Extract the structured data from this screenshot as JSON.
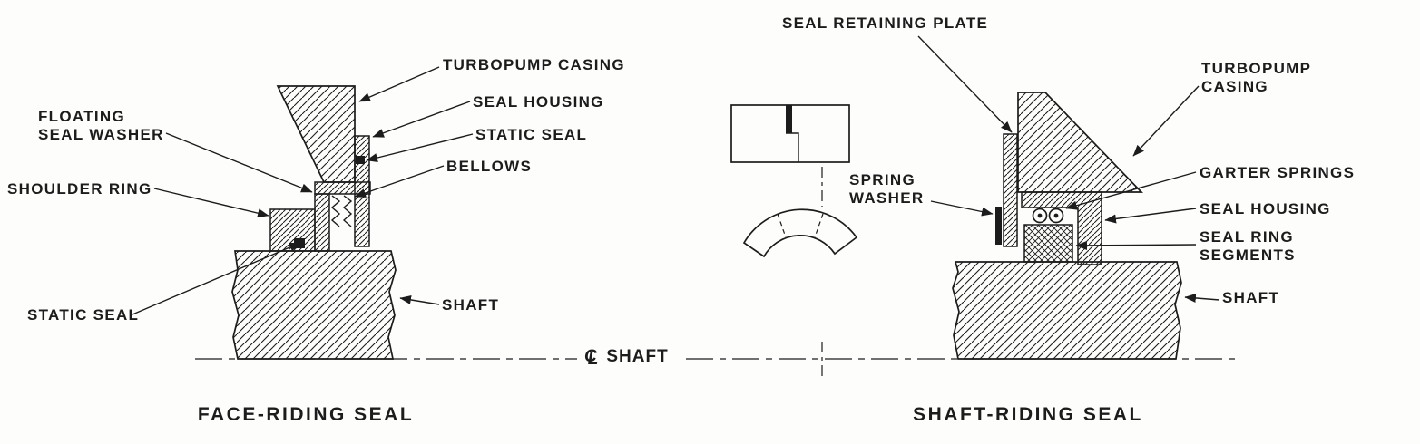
{
  "colors": {
    "ink": "#1c1c1c",
    "background": "#fdfdfb"
  },
  "left_figure": {
    "caption": "FACE-RIDING SEAL",
    "labels": {
      "turbopump_casing": "TURBOPUMP CASING",
      "seal_housing": "SEAL HOUSING",
      "static_seal_top": "STATIC SEAL",
      "bellows": "BELLOWS",
      "floating_seal_washer": "FLOATING\nSEAL WASHER",
      "shoulder_ring": "SHOULDER RING",
      "static_seal_bottom": "STATIC SEAL",
      "shaft": "SHAFT"
    }
  },
  "right_figure": {
    "caption": "SHAFT-RIDING SEAL",
    "labels": {
      "seal_retaining_plate": "SEAL RETAINING PLATE",
      "turbopump_casing": "TURBOPUMP\nCASING",
      "garter_springs": "GARTER SPRINGS",
      "seal_housing": "SEAL HOUSING",
      "seal_ring_segments": "SEAL RING\nSEGMENTS",
      "spring_washer": "SPRING\nWASHER",
      "shaft": "SHAFT"
    }
  },
  "centerline": {
    "symbol_c": "C",
    "symbol_l": "L",
    "label": "SHAFT"
  }
}
